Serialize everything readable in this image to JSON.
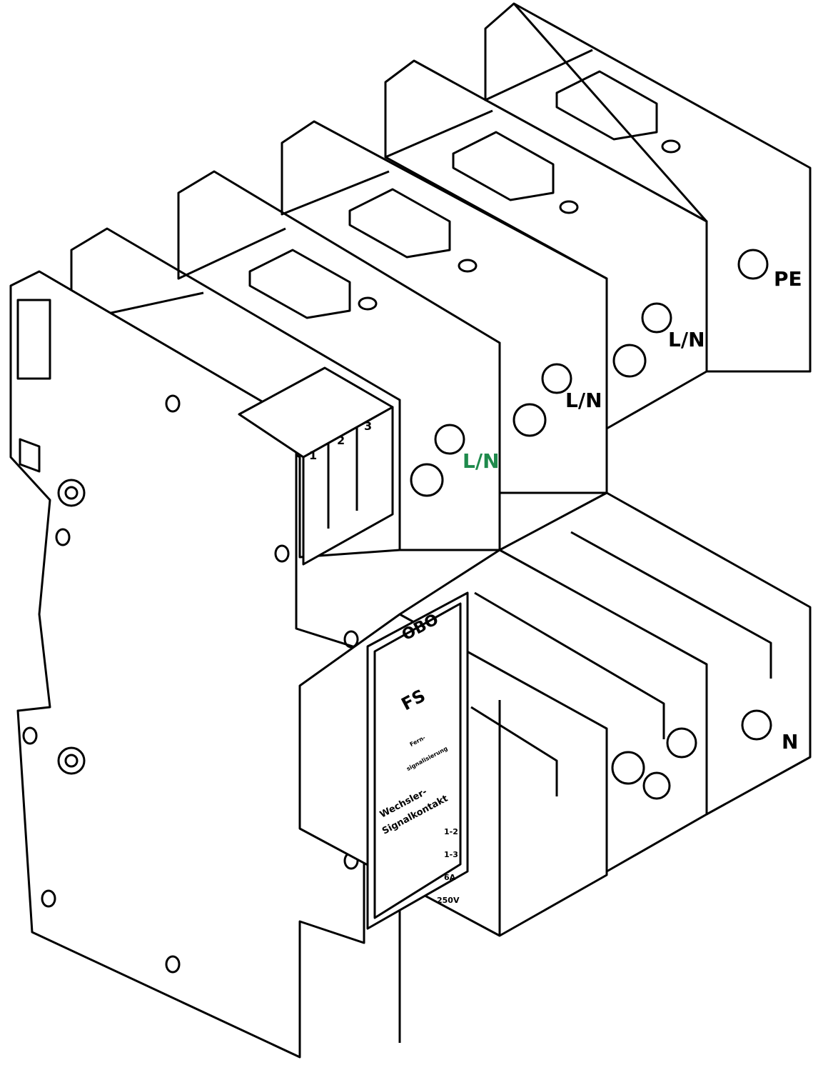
{
  "device": {
    "brand_logo": "OBO",
    "model": "FS",
    "subtitle_lines": [
      "Fern-",
      "signalisierung"
    ],
    "contact_heading": [
      "Wechsler-",
      "Signalkontakt"
    ],
    "spec_rows": [
      {
        "value": "1-2"
      },
      {
        "value": "1-3"
      },
      {
        "value": "6A"
      },
      {
        "value": "250V"
      }
    ],
    "contact_numbers": [
      "1",
      "2",
      "3"
    ],
    "terminals": {
      "module_1": "L/N",
      "module_2": "L/N",
      "module_3": "L/N",
      "module_4_top": "PE",
      "module_4_bottom": "N"
    }
  },
  "colors": {
    "line": "#000000",
    "accent": "#1f8a4c",
    "background": "#ffffff"
  }
}
